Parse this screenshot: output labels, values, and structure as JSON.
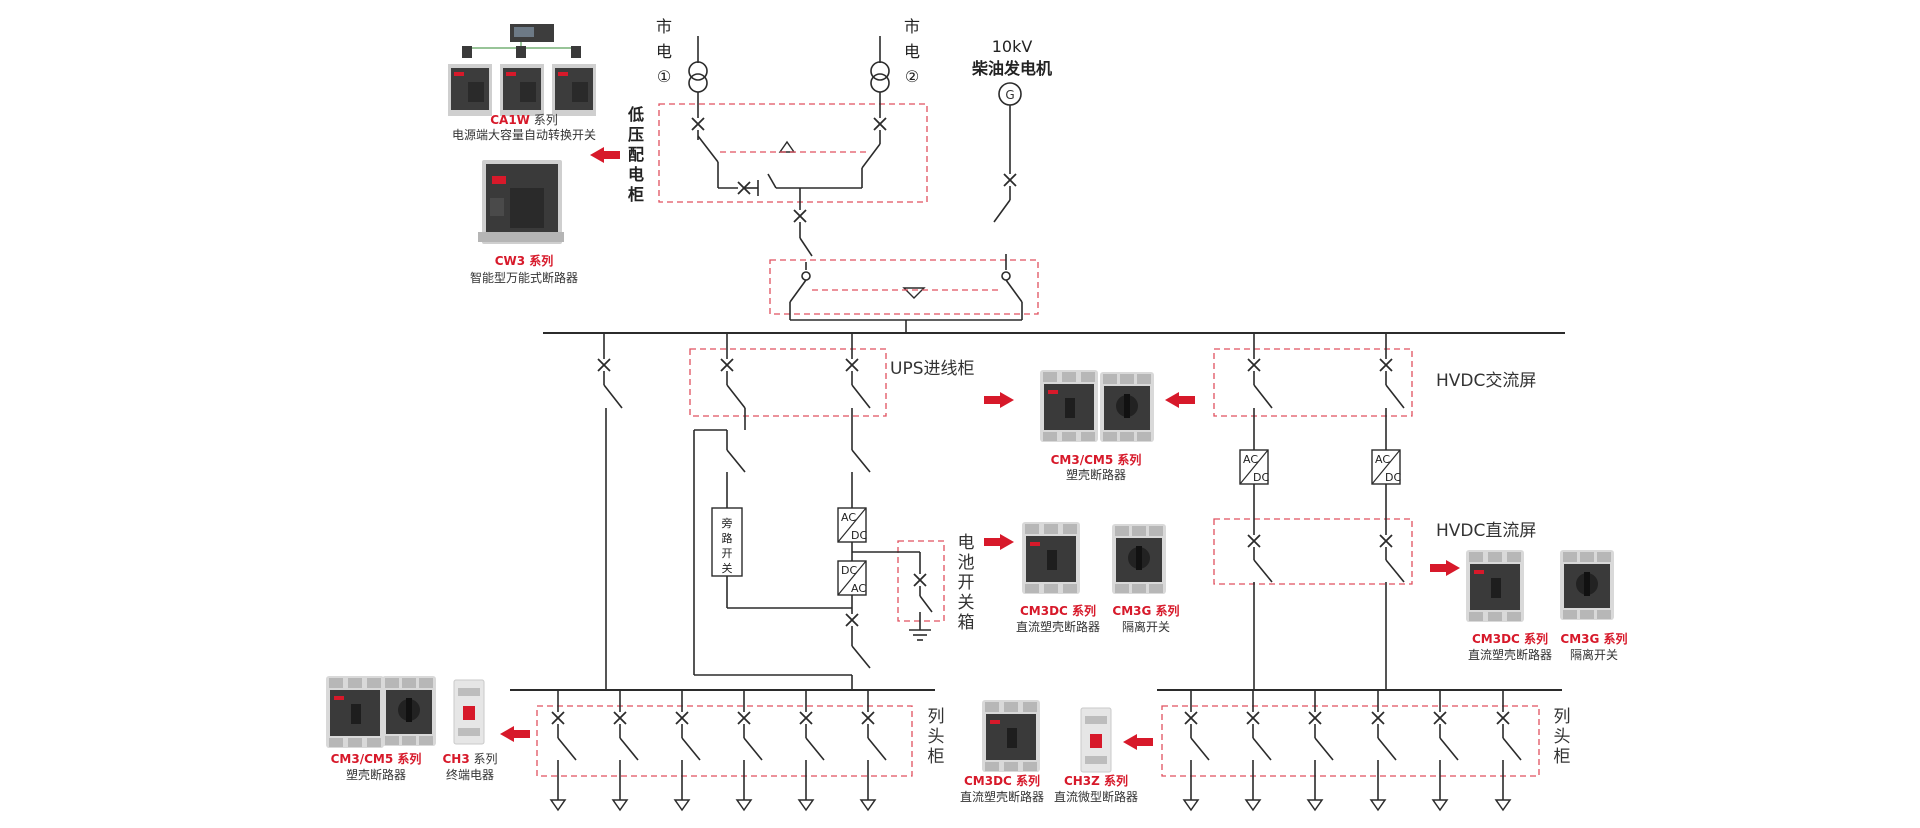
{
  "sources": {
    "mains1_lines": [
      "市",
      "电",
      "①"
    ],
    "mains2_lines": [
      "市",
      "电",
      "②"
    ],
    "generator_kv": "10kV",
    "generator_name": "柴油发电机",
    "generator_symbol": "G"
  },
  "cabinets": {
    "low_voltage_lines": [
      "低",
      "压",
      "配",
      "电",
      "柜"
    ],
    "ups_input": "UPS进线柜",
    "battery_box_lines": [
      "电",
      "池",
      "开",
      "关",
      "箱"
    ],
    "hvdc_ac": "HVDC交流屏",
    "hvdc_dc": "HVDC直流屏",
    "column_head_lines": [
      "列",
      "头",
      "柜"
    ],
    "bypass_lines": [
      "旁",
      "路",
      "开",
      "关"
    ],
    "rect_ac": "AC",
    "rect_dc": "DC"
  },
  "products": {
    "ca1w": {
      "name": "CA1W",
      "suffix": " 系列",
      "desc": "电源端大容量自动转换开关"
    },
    "cw3": {
      "name": "CW3 系列",
      "desc": "智能型万能式断路器"
    },
    "cm3_cm5_mid": {
      "name": "CM3/CM5 系列",
      "desc": "塑壳断路器"
    },
    "cm3dc_mid": {
      "name": "CM3DC 系列",
      "desc": "直流塑壳断路器"
    },
    "cm3g_mid": {
      "name": "CM3G 系列",
      "desc": "隔离开关"
    },
    "cm3dc_right": {
      "name": "CM3DC 系列",
      "desc": "直流塑壳断路器"
    },
    "cm3g_right": {
      "name": "CM3G 系列",
      "desc": "隔离开关"
    },
    "cm3_cm5_left": {
      "name": "CM3/CM5 系列",
      "desc": "塑壳断路器"
    },
    "ch3": {
      "name": "CH3",
      "suffix": " 系列",
      "desc": "终端电器"
    },
    "cm3dc_bottom": {
      "name": "CM3DC 系列",
      "desc": "直流塑壳断路器"
    },
    "ch3z": {
      "name": "CH3Z 系列",
      "desc": "直流微型断路器"
    }
  },
  "colors": {
    "accent": "#d7192a",
    "dashed_box": "#e0505f",
    "line": "#2b2b2b",
    "device_body": "#3a3a3a",
    "device_shell": "#d9d9d9"
  }
}
